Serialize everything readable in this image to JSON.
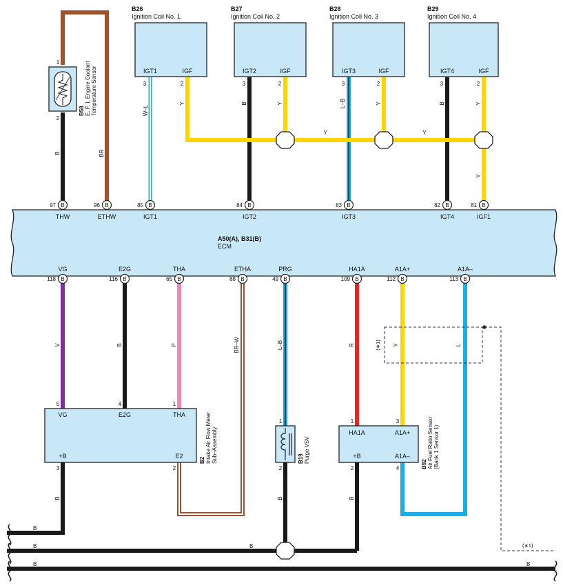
{
  "colors": {
    "box_fill": "#c8e8f8",
    "B": "#1a1a1a",
    "Y": "#ffd500",
    "BR": "#a0522d",
    "V": "#7b2fa0",
    "P": "#ee88bb",
    "R": "#ee2222",
    "L": "#18aee6",
    "W": "#ffffff"
  },
  "icons": {
    "connector": "circled-B",
    "splice": "octagon-junction",
    "thermistor": "resistor-zigzag",
    "solenoid": "coil-symbol",
    "ground_break": "wavy-break"
  },
  "ecm": {
    "id": "A50(A), B31(B)",
    "name": "ECM",
    "connector_letter": "B",
    "top_pins": [
      {
        "num": "97",
        "name": "THW"
      },
      {
        "num": "96",
        "name": "ETHW"
      },
      {
        "num": "85",
        "name": "IGT1"
      },
      {
        "num": "84",
        "name": "IGT2"
      },
      {
        "num": "83",
        "name": "IGT3"
      },
      {
        "num": "82",
        "name": "IGT4"
      },
      {
        "num": "81",
        "name": "IGF1"
      }
    ],
    "bottom_pins": [
      {
        "num": "118",
        "name": "VG"
      },
      {
        "num": "116",
        "name": "E2G"
      },
      {
        "num": "65",
        "name": "THA"
      },
      {
        "num": "88",
        "name": "ETHA"
      },
      {
        "num": "49",
        "name": "PRG"
      },
      {
        "num": "109",
        "name": "HA1A"
      },
      {
        "num": "112",
        "name": "A1A+"
      },
      {
        "num": "113",
        "name": "A1A–"
      }
    ]
  },
  "coils": [
    {
      "id": "B26",
      "name": "Ignition Coil No. 1",
      "igt": "IGT1",
      "igf": "IGF",
      "pin_igt": "3",
      "pin_igf": "2",
      "wire_igt": "W–L",
      "wire_igf": "Y"
    },
    {
      "id": "B27",
      "name": "Ignition Coil No. 2",
      "igt": "IGT2",
      "igf": "IGF",
      "pin_igt": "3",
      "pin_igf": "2",
      "wire_igt": "B",
      "wire_igf": "Y"
    },
    {
      "id": "B28",
      "name": "Ignition Coil No. 3",
      "igt": "IGT3",
      "igf": "IGF",
      "pin_igt": "3",
      "pin_igf": "2",
      "wire_igt": "L–B",
      "wire_igf": "Y"
    },
    {
      "id": "B29",
      "name": "Ignition Coil No. 4",
      "igt": "IGT4",
      "igf": "IGF",
      "pin_igt": "3",
      "pin_igf": "2",
      "wire_igt": "B",
      "wire_igf": "Y"
    }
  ],
  "coolant_sensor": {
    "id": "B58",
    "name_line1": "E. F. I. Engine Coolant",
    "name_line2": "Temperature Sensor",
    "pin_top": "1",
    "pin_bottom": "2",
    "wire_thw": "B",
    "wire_ethw": "BR"
  },
  "igf_bus": {
    "wire": "Y",
    "wire_igf1": "Y"
  },
  "maf": {
    "id": "B2",
    "name_line1": "Intake Air Flow Meter",
    "name_line2": "Sub–Assembly",
    "pins": [
      {
        "num": "5",
        "name": "VG"
      },
      {
        "num": "4",
        "name": "E2G"
      },
      {
        "num": "1",
        "name": "THA"
      },
      {
        "num": "3",
        "name": "+B"
      },
      {
        "num": "2",
        "name": "E2"
      }
    ],
    "wire_vg": "V",
    "wire_e2g": "B",
    "wire_tha": "P",
    "wire_etha": "BR–W",
    "wire_plus_b": "B"
  },
  "vsv": {
    "id": "B19",
    "name": "Purge VSV",
    "pin_top": "1",
    "pin_bottom": "2",
    "wire_prg": "L–B",
    "wire_ground": "B"
  },
  "af_sensor": {
    "id": "B92",
    "name_line1": "Air Fuel Ratio Sensor",
    "name_line2": "(Bank 1 Sensor 1)",
    "pins": [
      {
        "num": "1",
        "name": "HA1A"
      },
      {
        "num": "3",
        "name": "A1A+"
      },
      {
        "num": "2",
        "name": "+B"
      },
      {
        "num": "4",
        "name": "A1A–"
      }
    ],
    "wire_ha1a": "R",
    "wire_a1a_plus": "Y",
    "wire_a1a_minus": "L",
    "wire_plus_b": "B"
  },
  "shield": {
    "note": "(∗1)"
  },
  "bottom_buses": {
    "bus1": "B",
    "bus2": "B",
    "bus2_mid": "B",
    "bus3": "B",
    "shield_note": "(∗1)"
  }
}
